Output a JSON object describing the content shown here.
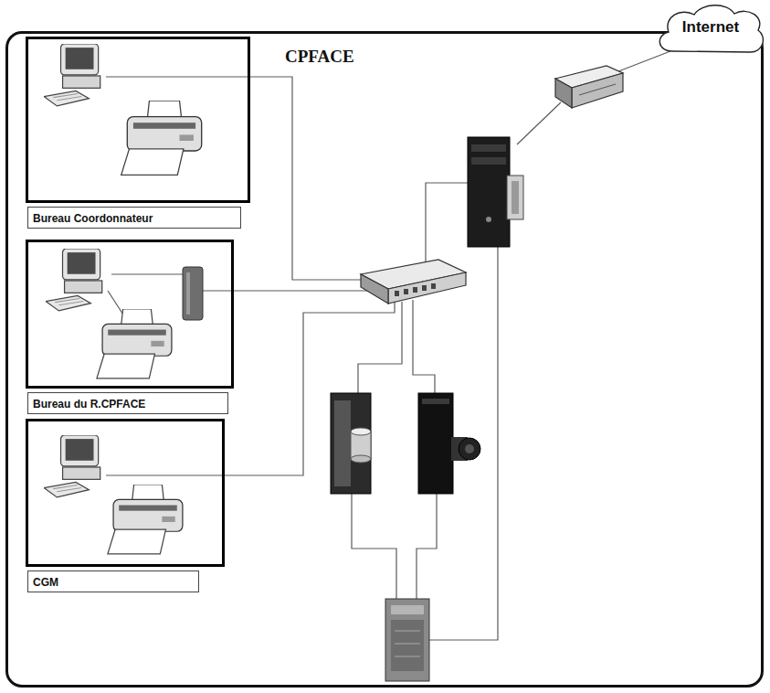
{
  "diagram": {
    "nodes": [
      {
        "text": [
          "CPFACE"
        ]
      },
      {
        "text": [
          "Internet"
        ]
      },
      {
        "text": [
          "Bureau Coordonnateur"
        ],
        "in": 0
      },
      {
        "text": [
          "Bureau du R.CPFACE"
        ],
        "in": 0
      },
      {
        "text": [
          "CGM"
        ],
        "in": 0
      }
    ]
  }
}
